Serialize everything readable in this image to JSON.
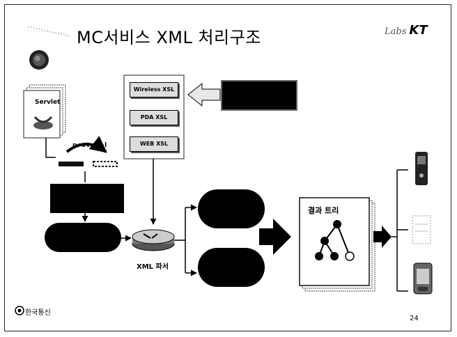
{
  "title": "MC서비스 XML 처리구조",
  "brand": {
    "script": "Labs",
    "name": "KT"
  },
  "servlet_label": "Servlet",
  "protocol_label": "protocol",
  "xsl_boxes": [
    "Wireless XSL",
    "PDA XSL",
    "WEB XSL"
  ],
  "parser_label": "XML 파서",
  "result_tree_label": "결과 트리",
  "footer": "한국통신",
  "page_number": "24",
  "colors": {
    "dark": "#000000",
    "xsl_bg": "#dddddd",
    "arrow_fill": "#e8e8e8"
  }
}
